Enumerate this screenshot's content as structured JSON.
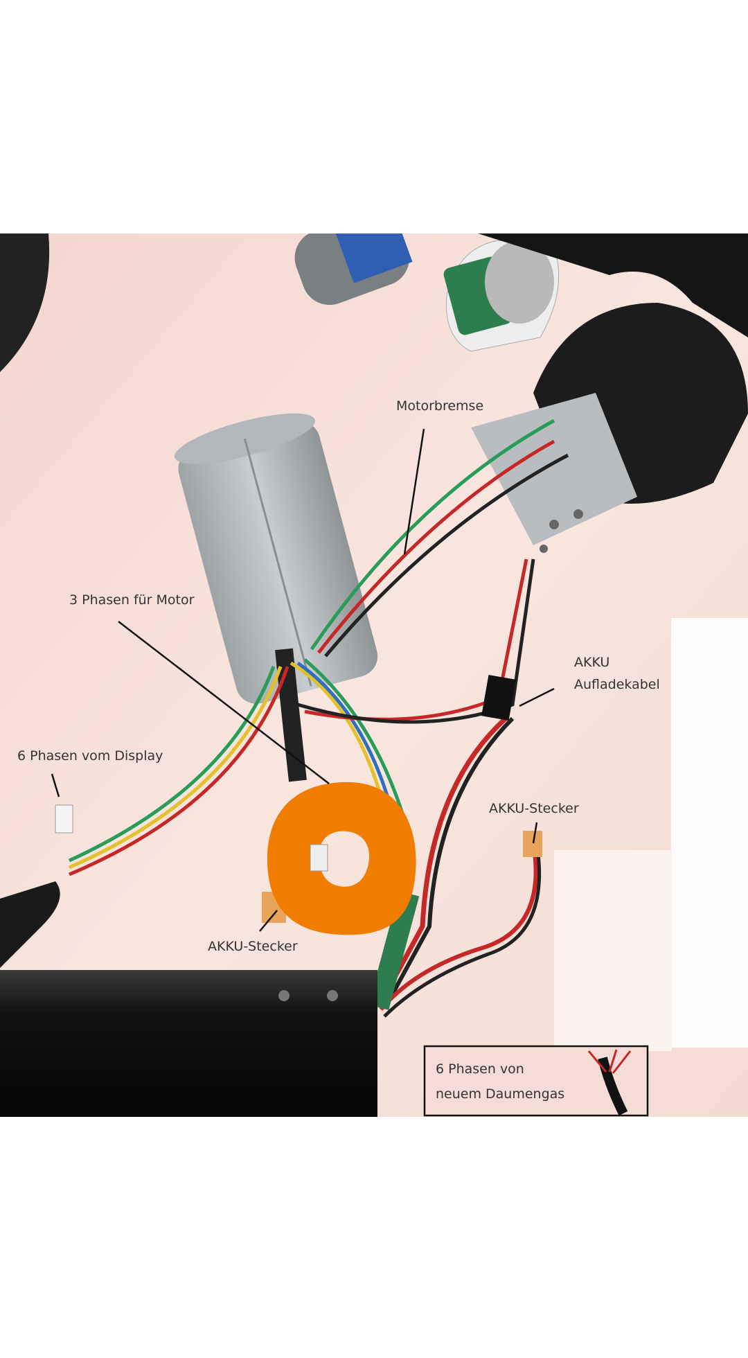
{
  "photo": {
    "labels": {
      "motorbremse": "Motorbremse",
      "three_phases_motor": "3 Phasen für Motor",
      "six_phases_display": "6 Phasen vom Display",
      "akku": "AKKU",
      "aufladekabel": "Aufladekabel",
      "akku_stecker_right": "AKKU-Stecker",
      "akku_stecker_left": "AKKU-Stecker",
      "box_line1": "6 Phasen von",
      "box_line2": "neuem Daumengas"
    },
    "colors": {
      "highlight": "#f07c00",
      "background": "#f6dcd6"
    }
  }
}
